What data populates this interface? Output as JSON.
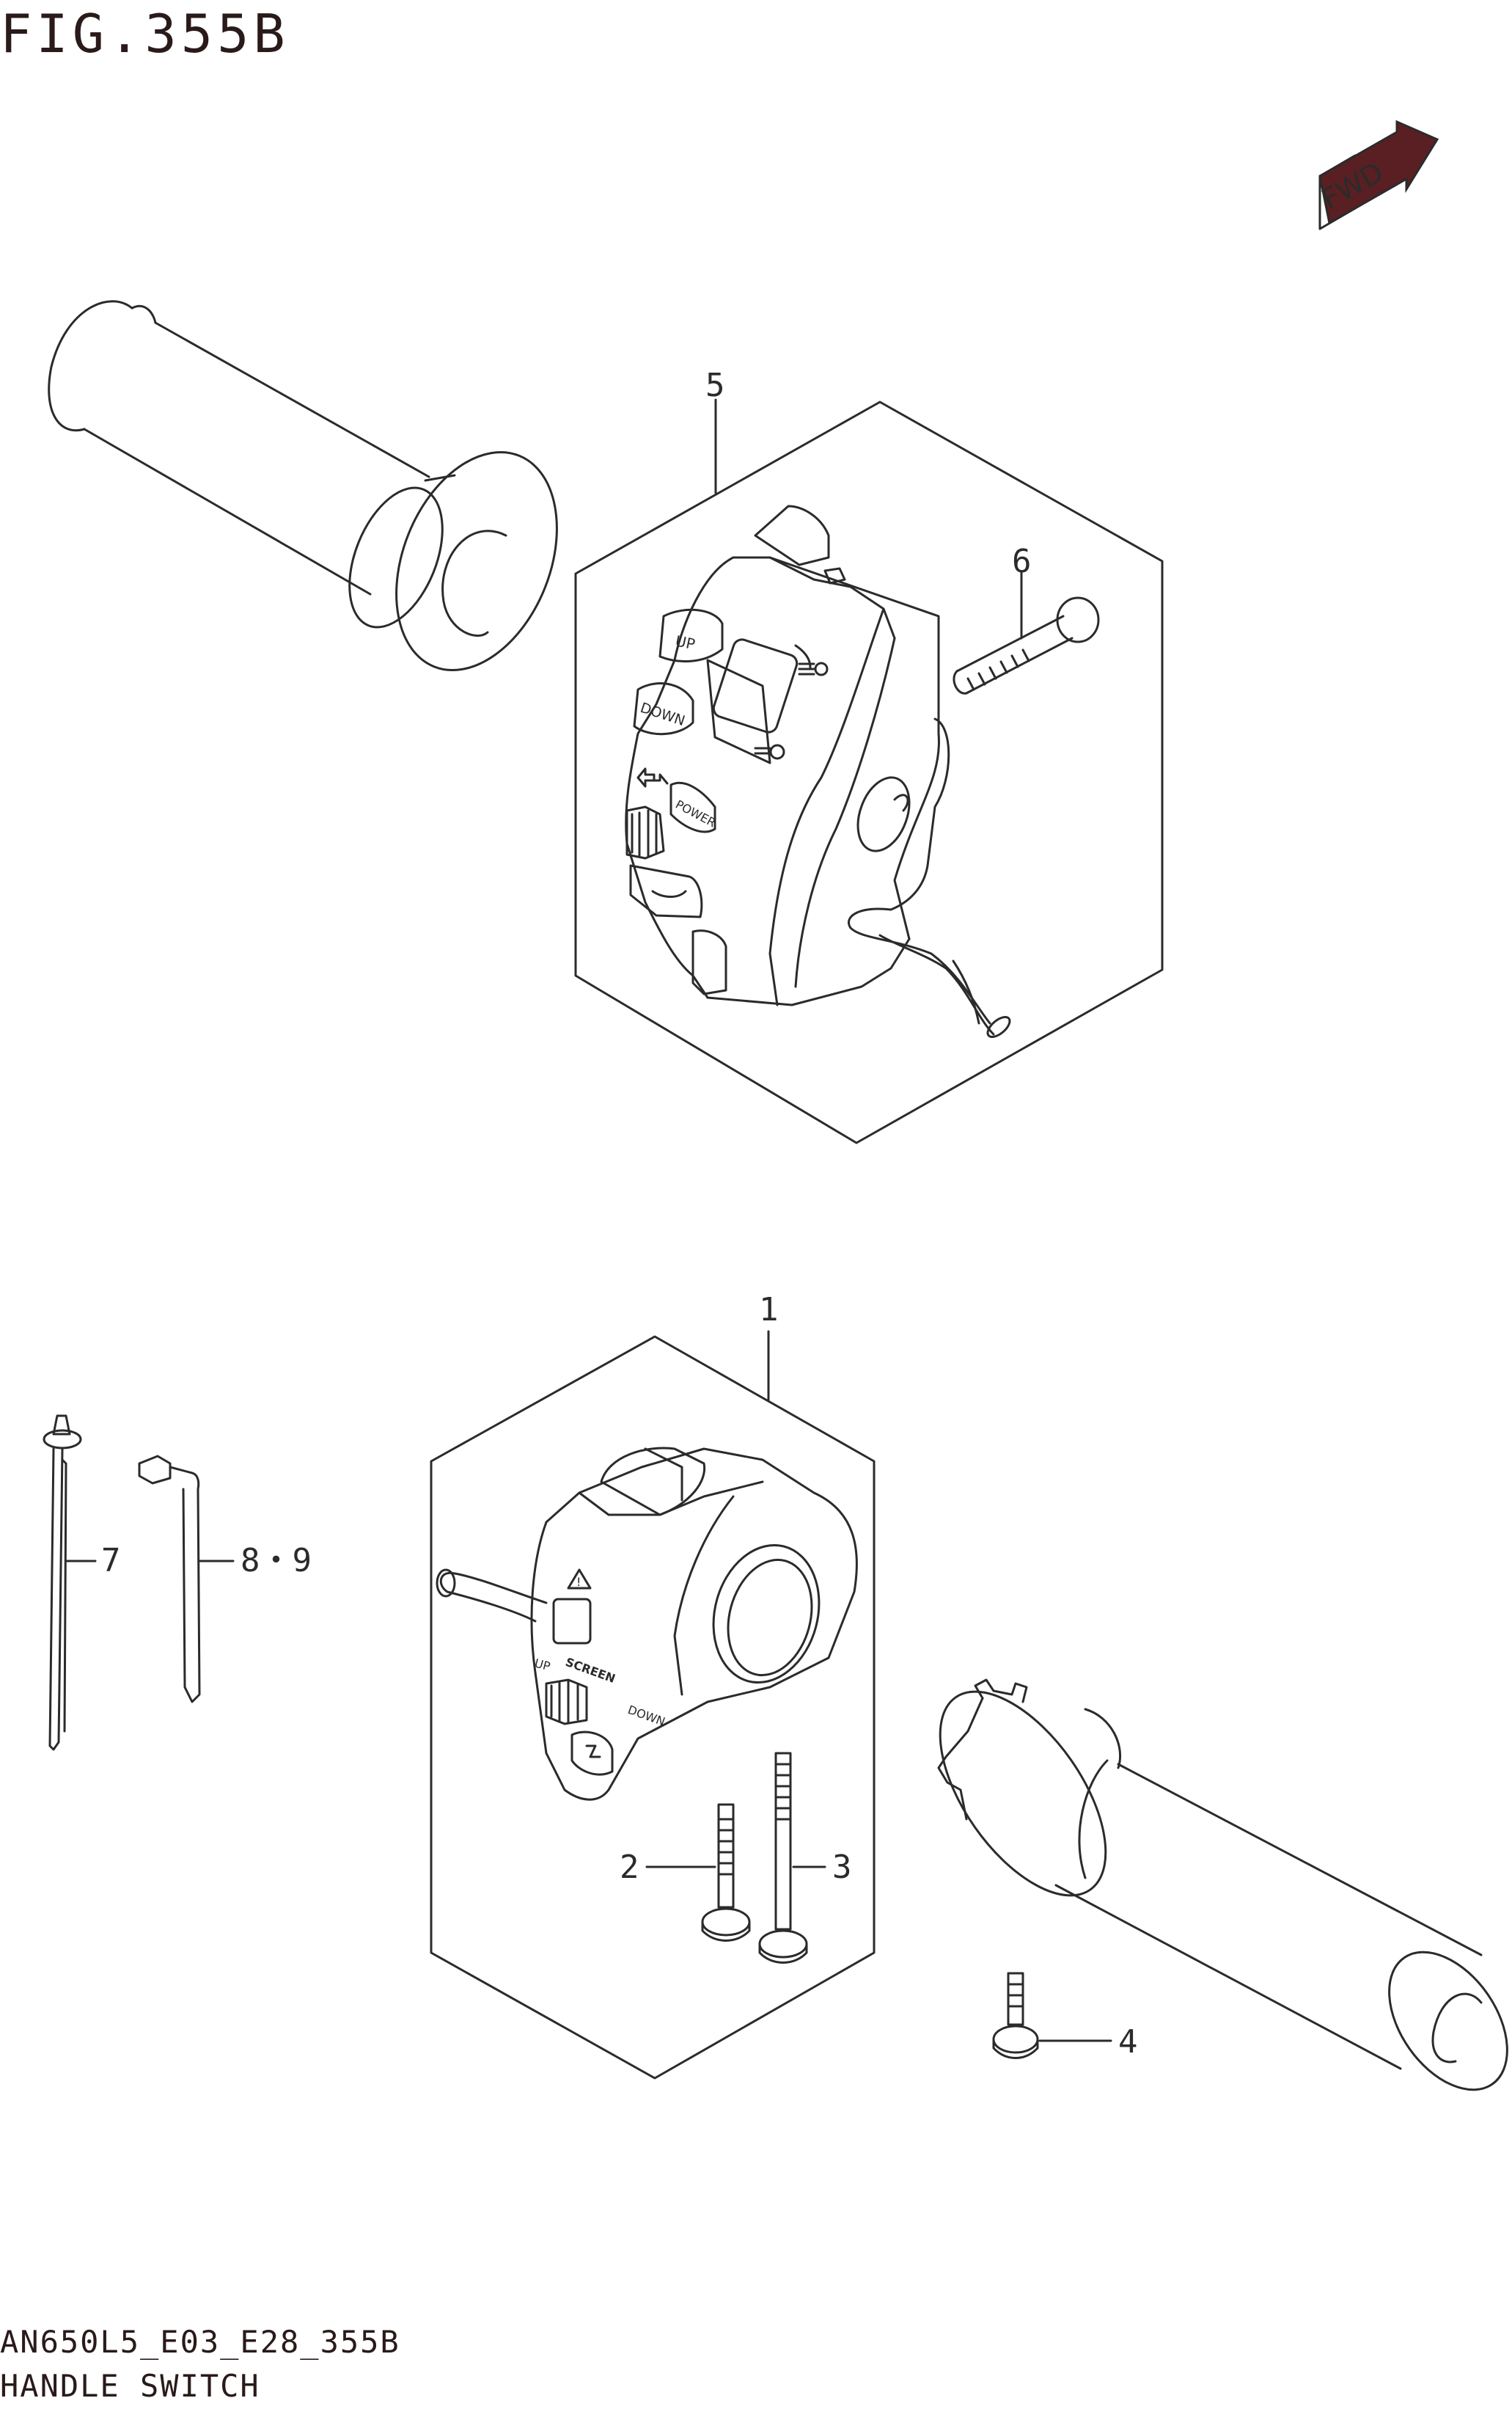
{
  "header": {
    "figure_title": "FIG.355B"
  },
  "fwd_marker": {
    "label": "FWD",
    "icon": "fwd-arrow-icon",
    "color": "#5a1f22"
  },
  "callouts": [
    {
      "id": "1",
      "label": "1"
    },
    {
      "id": "2",
      "label": "2"
    },
    {
      "id": "3",
      "label": "3"
    },
    {
      "id": "4",
      "label": "4"
    },
    {
      "id": "5",
      "label": "5"
    },
    {
      "id": "6",
      "label": "6"
    },
    {
      "id": "7",
      "label": "7"
    },
    {
      "id": "8-9",
      "label": "8・9"
    }
  ],
  "switch_labels": {
    "up": "UP",
    "down": "DOWN",
    "power": "POWER",
    "screen": "SCREEN",
    "up_short": "UP",
    "down_right": "DOWN"
  },
  "footer": {
    "code": "AN650L5_E03_E28_355B",
    "name": "HANDLE SWITCH"
  }
}
